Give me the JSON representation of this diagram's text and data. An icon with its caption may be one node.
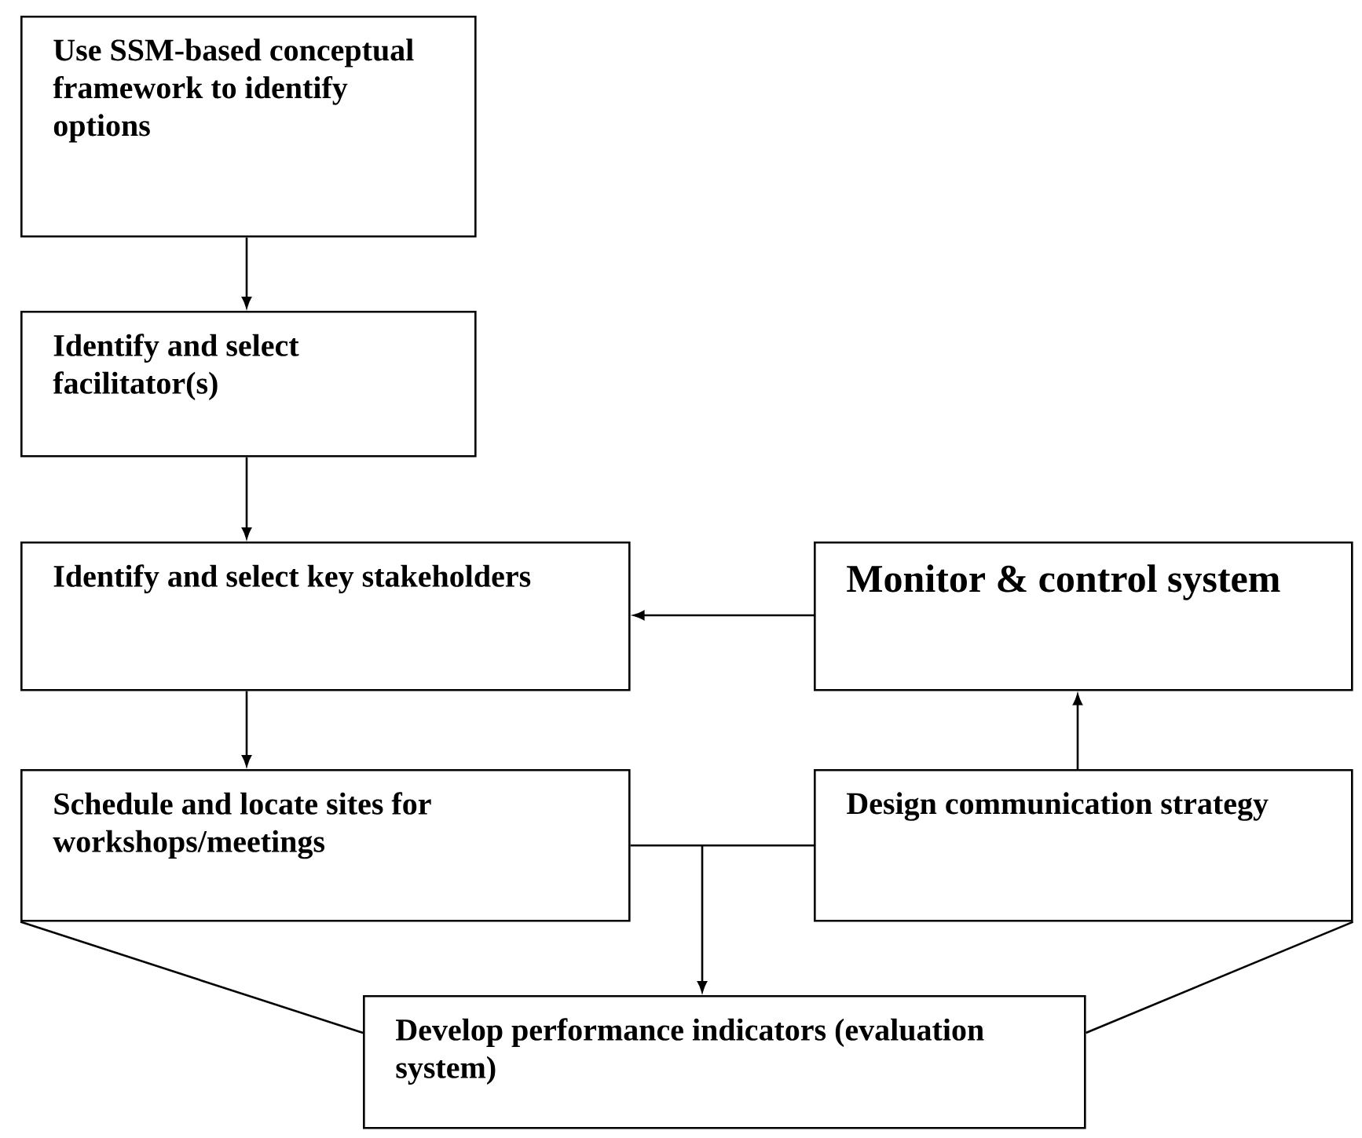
{
  "diagram": {
    "nodes": [
      {
        "text": [
          "Use SSM-based conceptual framework to identify options"
        ]
      },
      {
        "text": [
          "Identify and select facilitator(s)"
        ]
      },
      {
        "text": [
          "Identify and select key stakeholders"
        ]
      },
      {
        "text": [
          "Schedule and locate sites for workshops/meetings"
        ]
      },
      {
        "text": [
          "Monitor & control system"
        ]
      },
      {
        "text": [
          "Design communication strategy"
        ]
      },
      {
        "text": [
          "Develop performance indicators (evaluation system)"
        ]
      }
    ],
    "edges": [
      {
        "from": 0,
        "to": 1,
        "arrow": "to"
      },
      {
        "from": 1,
        "to": 2,
        "arrow": "to"
      },
      {
        "from": 2,
        "to": 3,
        "arrow": "to"
      },
      {
        "from": 4,
        "to": 2,
        "arrow": "to"
      },
      {
        "from": 5,
        "to": 4,
        "arrow": "to"
      },
      {
        "from": 3,
        "to": 6,
        "arrow": "to"
      },
      {
        "from": 5,
        "to": 6,
        "arrow": "to"
      },
      {
        "from": 3,
        "to": 6,
        "arrow": "none"
      },
      {
        "from": 5,
        "to": 6,
        "arrow": "none"
      }
    ]
  }
}
